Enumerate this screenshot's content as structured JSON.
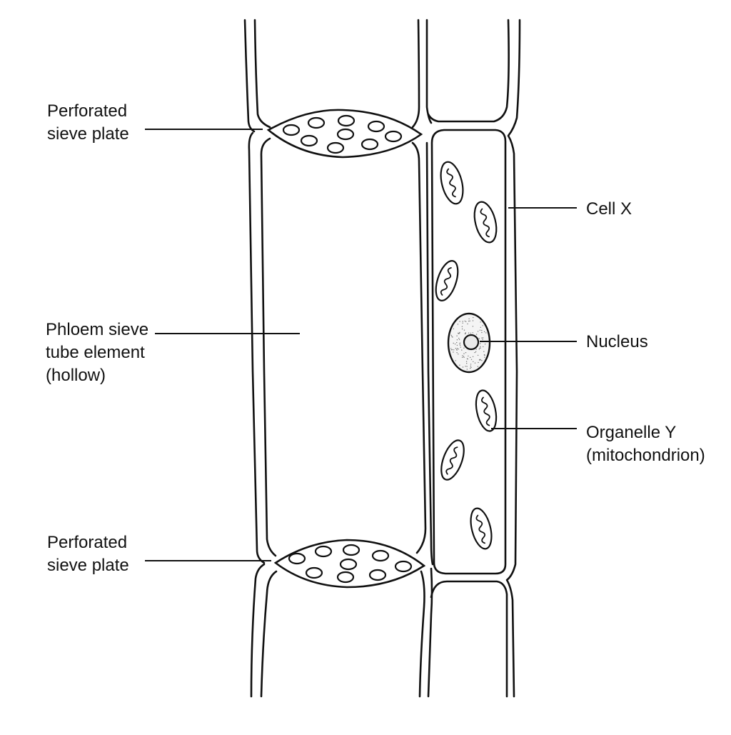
{
  "labels": {
    "plate_top": [
      "Perforated",
      "sieve plate"
    ],
    "plate_bottom": [
      "Perforated",
      "sieve plate"
    ],
    "sieve_tube": [
      "Phloem sieve",
      "tube element",
      "(hollow)"
    ],
    "cell_x": [
      "Cell X"
    ],
    "nucleus": [
      "Nucleus"
    ],
    "organelle_y": [
      "Organelle Y",
      "(mitochondrion)"
    ]
  },
  "icons": {
    "mitochondrion": "mitochondrion-icon",
    "nucleus": "nucleus-icon"
  },
  "colors": {
    "line": "#111111",
    "background": "#ffffff"
  }
}
